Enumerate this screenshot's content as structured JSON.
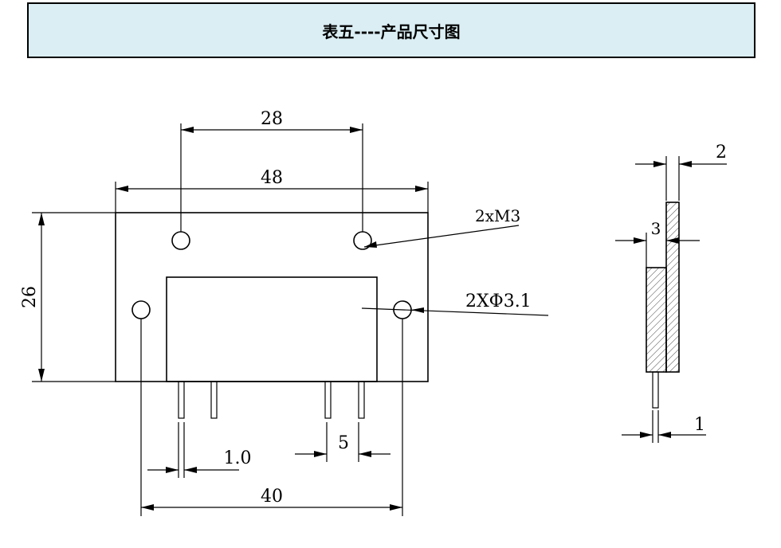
{
  "title": "表五----产品尺寸图",
  "front_view": {
    "dim_hole_spacing": "28",
    "dim_width": "48",
    "dim_height": "26",
    "label_threads": "2xM3",
    "label_holes": "2XΦ3.1",
    "dim_pin_width": "1.0",
    "dim_pin_spacing": "5",
    "dim_mount_spacing": "40"
  },
  "side_view": {
    "dim_top": "2",
    "dim_step": "3",
    "dim_pin": "1"
  }
}
